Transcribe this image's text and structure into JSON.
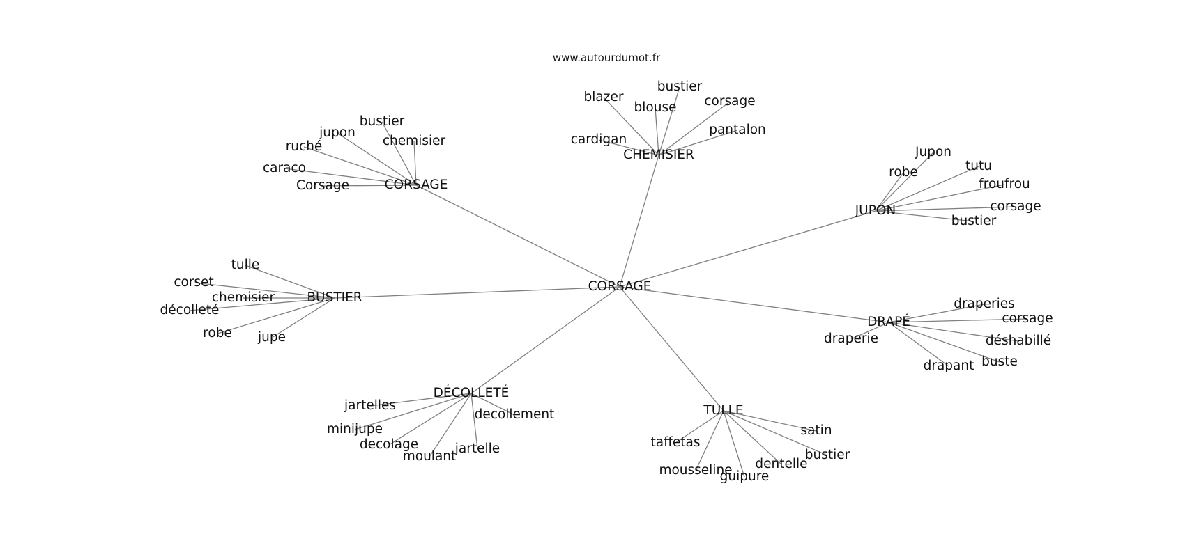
{
  "site": "www.autourdumot.fr",
  "center": {
    "label": "CORSAGE"
  },
  "clusters": [
    {
      "id": "chemisier",
      "label": "CHEMISIER",
      "leaves": [
        "blazer",
        "bustier",
        "blouse",
        "corsage",
        "cardigan",
        "pantalon"
      ]
    },
    {
      "id": "corsage",
      "label": "CORSAGE",
      "leaves": [
        "bustier",
        "jupon",
        "chemisier",
        "ruché",
        "caraco",
        "Corsage"
      ]
    },
    {
      "id": "jupon",
      "label": "JUPON",
      "leaves": [
        "Jupon",
        "tutu",
        "robe",
        "froufrou",
        "corsage",
        "bustier"
      ]
    },
    {
      "id": "bustier",
      "label": "BUSTIER",
      "leaves": [
        "tulle",
        "corset",
        "chemisier",
        "décolleté",
        "robe",
        "jupe"
      ]
    },
    {
      "id": "drape",
      "label": "DRAPÉ",
      "leaves": [
        "draperies",
        "corsage",
        "draperie",
        "déshabillé",
        "buste",
        "drapant"
      ]
    },
    {
      "id": "decollete",
      "label": "DÉCOLLETÉ",
      "leaves": [
        "jartelles",
        "decollement",
        "minijupe",
        "decolage",
        "jartelle",
        "moulant"
      ]
    },
    {
      "id": "tulle",
      "label": "TULLE",
      "leaves": [
        "satin",
        "taffetas",
        "bustier",
        "dentelle",
        "mousseline",
        "guipure"
      ]
    }
  ]
}
